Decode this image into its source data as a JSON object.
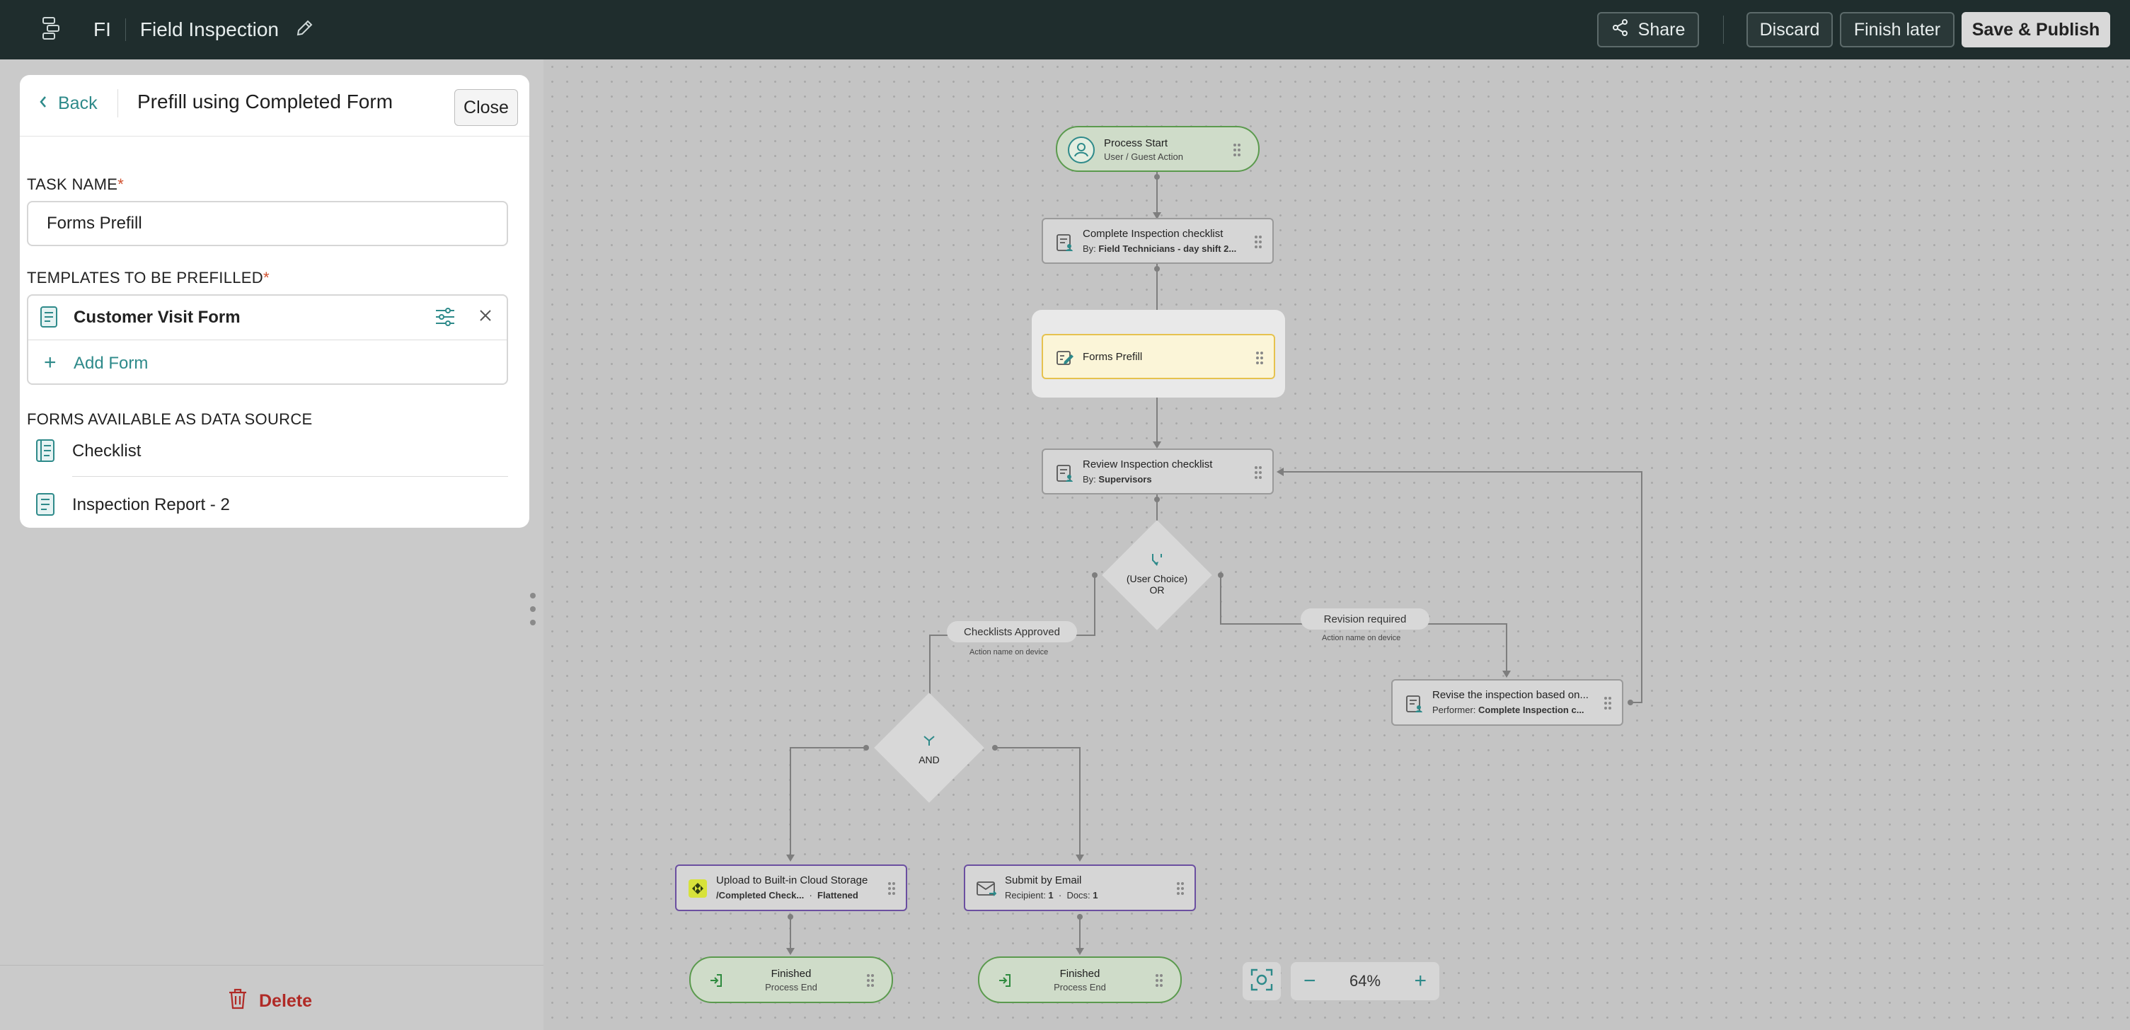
{
  "topbar": {
    "app_abbr": "FI",
    "app_title": "Field Inspection",
    "share_label": "Share",
    "discard_label": "Discard",
    "finish_later_label": "Finish later",
    "publish_label": "Save & Publish"
  },
  "panel": {
    "back_label": "Back",
    "title": "Prefill using Completed Form",
    "close_label": "Close",
    "task_name_label": "TASK NAME",
    "task_name_value": "Forms Prefill",
    "templates_label": "TEMPLATES TO BE PREFILLED",
    "template_name": "Customer Visit Form",
    "add_form_label": "Add Form",
    "datasource_label": "FORMS AVAILABLE AS DATA SOURCE",
    "datasources": [
      "Checklist",
      "Inspection Report - 2"
    ],
    "delete_label": "Delete",
    "required_mark": "*"
  },
  "flow": {
    "start": {
      "title": "Process Start",
      "subtitle": "User / Guest Action"
    },
    "complete_checklist": {
      "title": "Complete Inspection checklist",
      "sub_prefix": "By: ",
      "sub_value": "Field Technicians - day shift 2..."
    },
    "forms_prefill": {
      "title": "Forms Prefill"
    },
    "review": {
      "title": "Review Inspection checklist",
      "sub_prefix": "By: ",
      "sub_value": "Supervisors"
    },
    "user_choice": {
      "line1": "(User Choice)",
      "line2": "OR"
    },
    "and_gate": {
      "label": "AND"
    },
    "approved": {
      "label": "Checklists Approved",
      "sub": "Action name on device"
    },
    "revision": {
      "label": "Revision required",
      "sub": "Action name on device"
    },
    "revise": {
      "title": "Revise the inspection based on...",
      "sub_prefix": "Performer: ",
      "sub_value": "Complete Inspection c..."
    },
    "upload": {
      "title": "Upload to Built-in Cloud Storage",
      "sub_value": "/Completed Check...",
      "sub_extra": "Flattened"
    },
    "email": {
      "title": "Submit by Email",
      "recipient_label": "Recipient: ",
      "recipient_value": "1",
      "docs_label": "Docs: ",
      "docs_value": "1"
    },
    "end1": {
      "title": "Finished",
      "subtitle": "Process End"
    },
    "end2": {
      "title": "Finished",
      "subtitle": "Process End"
    }
  },
  "zoom": {
    "level": "64%"
  },
  "colors": {
    "topbar": "#1f2d2d",
    "accent": "#2e8a8a",
    "danger": "#b02a26",
    "required": "#d0502e",
    "selected_fill": "#fbf5d8",
    "selected_border": "#e6c24e",
    "start_end_border": "#5b9a4e"
  }
}
